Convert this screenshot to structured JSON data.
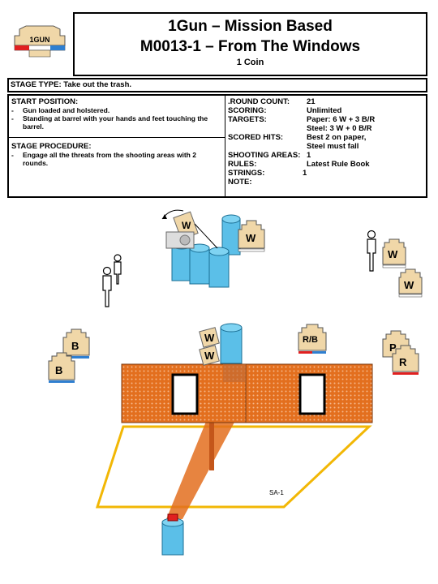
{
  "header": {
    "logo_text": "1GUN",
    "title": "1Gun – Mission Based",
    "subtitle": "M0013-1 – From The Windows",
    "coin": "1 Coin"
  },
  "stage_type": "STAGE TYPE: Take out the trash.",
  "start_position": {
    "heading": "START POSITION:",
    "items": [
      "Gun loaded and holstered.",
      "Standing at barrel with your hands and feet touching the barrel."
    ]
  },
  "stage_procedure": {
    "heading": "STAGE PROCEDURE:",
    "items": [
      "Engage all the threats from the shooting areas with 2 rounds."
    ]
  },
  "details": [
    {
      "key": ".ROUND COUNT:",
      "value": "21"
    },
    {
      "key": "SCORING:",
      "value": "Unlimited"
    },
    {
      "key": "TARGETS:",
      "value": "Paper: 6 W + 3 B/R"
    },
    {
      "key": "",
      "value": "Steel:  3 W + 0 B/R"
    },
    {
      "key": "SCORED HITS:",
      "value": "Best 2 on paper,"
    },
    {
      "key": "",
      "value": "Steel must fall"
    },
    {
      "key": "SHOOTING AREAS:",
      "value": "1"
    },
    {
      "key": "RULES:",
      "value": "Latest Rule Book"
    },
    {
      "key": "STRINGS:",
      "value": "1"
    },
    {
      "key": "NOTE:",
      "value": ""
    }
  ],
  "diagram": {
    "shooting_area_label": "SA-1",
    "target_labels": {
      "w": "W",
      "b": "B",
      "rb": "R/B",
      "p": "P",
      "r": "R"
    },
    "colors": {
      "wall": "#e36f1e",
      "barrel": "#5bbfe8",
      "area_outline": "#f2b705",
      "target": "#f0d7a8",
      "red_band": "#e02020",
      "blue_band": "#2f7fd0"
    }
  }
}
